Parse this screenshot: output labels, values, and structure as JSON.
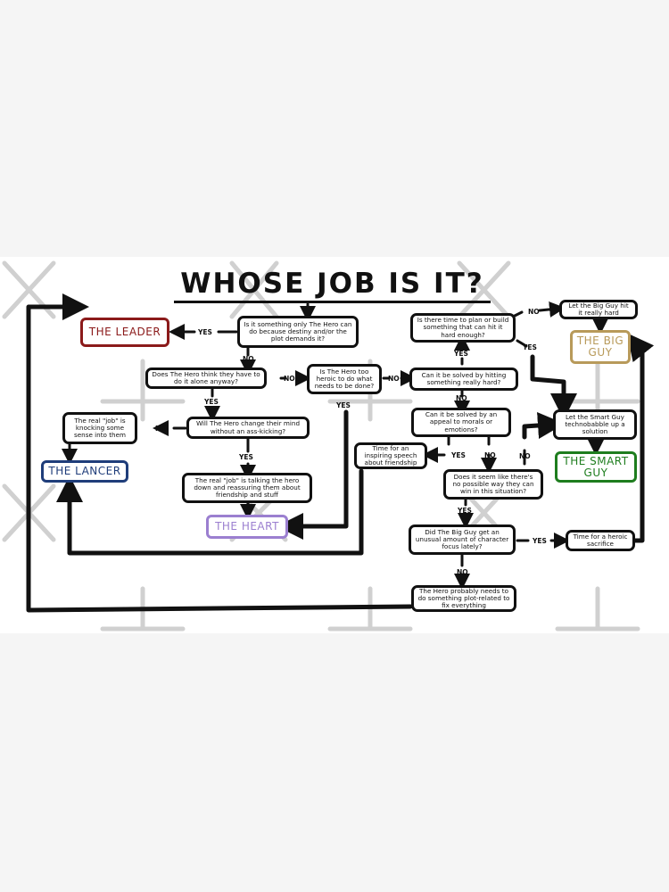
{
  "title": "WHOSE JOB IS IT?",
  "colors": {
    "leader": "#8b1a1a",
    "lancer": "#1f3d7a",
    "heart": "#9b7fd0",
    "big_guy": "#b89a5a",
    "smart_guy": "#1e7d1e",
    "line": "#111111",
    "watermark": "#c8c8c8",
    "background_outer": "#f5f5f5",
    "background_canvas": "#ffffff"
  },
  "roles": {
    "leader": "THE LEADER",
    "lancer": "THE LANCER",
    "heart": "THE HEART",
    "big_guy": "THE BIG GUY",
    "smart_guy": "THE SMART GUY"
  },
  "nodes": {
    "q_destiny": "Is it something only The Hero can do because destiny and/or the plot demands it?",
    "q_alone": "Does The Hero think they have to do it alone anyway?",
    "q_too_heroic": "Is The Hero too heroic to do what needs to be done?",
    "q_ass_kicking": "Will The Hero change their mind without an ass-kicking?",
    "r_knocking_sense": "The real \"job\" is knocking some sense into them",
    "r_talking_down": "The real \"job\" is talking the hero down and reassuring them about friendship and stuff",
    "q_hit_hard": "Can it be solved by hitting something really hard?",
    "q_time_to_plan": "Is there time to plan or build something that can hit it hard enough?",
    "a_big_guy_hit": "Let the Big Guy hit it really hard",
    "a_technobabble": "Let the Smart Guy technobabble up a solution",
    "q_morals": "Can it be solved by an appeal to morals or emotions?",
    "a_speech": "Time for an inspiring speech about friendship",
    "q_no_way": "Does it seem like there's no possible way they can win in this situation?",
    "q_character_focus": "Did The Big Guy get an unusual amount of character focus lately?",
    "a_sacrifice": "Time for a heroic sacrifice",
    "a_plot": "The Hero probably needs to do something plot-related to fix everything"
  },
  "edge_labels": {
    "yes": "YES",
    "no": "NO"
  }
}
